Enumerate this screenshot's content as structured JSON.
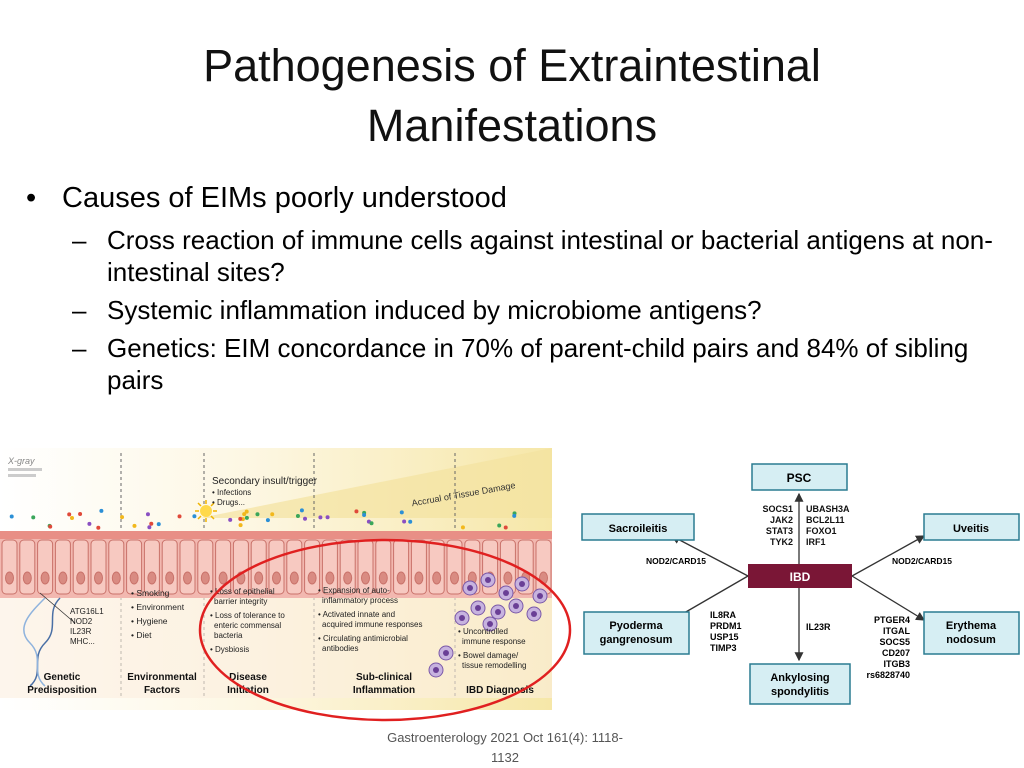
{
  "slide": {
    "title_line1": "Pathogenesis of Extraintestinal",
    "title_line2": "Manifestations",
    "bullets": [
      {
        "text": "Causes of EIMs poorly understood"
      },
      {
        "text": "Cross reaction of immune cells against intestinal or bacterial antigens at non-intestinal sites?"
      },
      {
        "text": "Systemic inflammation induced by microbiome antigens?"
      },
      {
        "text": "Genetics: EIM concordance in 70% of parent-child pairs and 84% of sibling pairs"
      }
    ],
    "citation_line1": "Gastroenterology 2021 Oct 161(4): 1118-",
    "citation_line2": "1132"
  },
  "figure_left": {
    "trigger_title": "Secondary insult/trigger",
    "trigger_items": [
      "• Infections",
      "• Drugs..."
    ],
    "damage_arrow": "Accrual of Tissue Damage",
    "genes": [
      "ATG16L1",
      "NOD2",
      "IL23R",
      "MHC..."
    ],
    "env_items": [
      "• Smoking",
      "• Environment",
      "• Hygiene",
      "• Diet"
    ],
    "initiation_items": [
      "• Loss of epithelial",
      "barrier integrity",
      "• Loss of tolerance to",
      "enteric commensal",
      "bacteria",
      "• Dysbiosis"
    ],
    "subclinical_items": [
      "• Expansion of auto-",
      "inflammatory process",
      "• Activated innate and",
      "acquired immune responses",
      "• Circulating antimicrobial",
      "antibodies"
    ],
    "ibd_items": [
      "• Uncontrolled",
      "immune response",
      "• Bowel damage/",
      "tissue remodelling"
    ],
    "stages": [
      {
        "line1": "Genetic",
        "line2": "Predisposition"
      },
      {
        "line1": "Environmental",
        "line2": "Factors"
      },
      {
        "line1": "Disease",
        "line2": "Initiation"
      },
      {
        "line1": "Sub-clinical",
        "line2": "Inflammation"
      },
      {
        "line1": "IBD Diagnosis",
        "line2": ""
      }
    ]
  },
  "figure_right": {
    "center": "IBD",
    "psc": "PSC",
    "psc_genes_left": [
      "SOCS1",
      "JAK2",
      "STAT3",
      "TYK2"
    ],
    "psc_genes_right": [
      "UBASH3A",
      "BCL2L11",
      "FOXO1",
      "IRF1"
    ],
    "sacroileitis": "Sacroileitis",
    "uveitis": "Uveitis",
    "nod2_left": "NOD2/CARD15",
    "nod2_right": "NOD2/CARD15",
    "pyoderma_line1": "Pyoderma",
    "pyoderma_line2": "gangrenosum",
    "pyoderma_genes": [
      "IL8RA",
      "PRDM1",
      "USP15",
      "TIMP3"
    ],
    "il23r": "IL23R",
    "erythema_line1": "Erythema",
    "erythema_line2": "nodosum",
    "erythema_genes": [
      "PTGER4",
      "ITGAL",
      "SOCS5",
      "CD207",
      "ITGB3",
      "rs6828740"
    ],
    "ankylosing_line1": "Ankylosing",
    "ankylosing_line2": "spondylitis",
    "colors": {
      "box_fill": "#d6eef3",
      "box_stroke": "#2a7c91",
      "center_fill": "#7a1636",
      "highlight": "#e02020"
    }
  }
}
